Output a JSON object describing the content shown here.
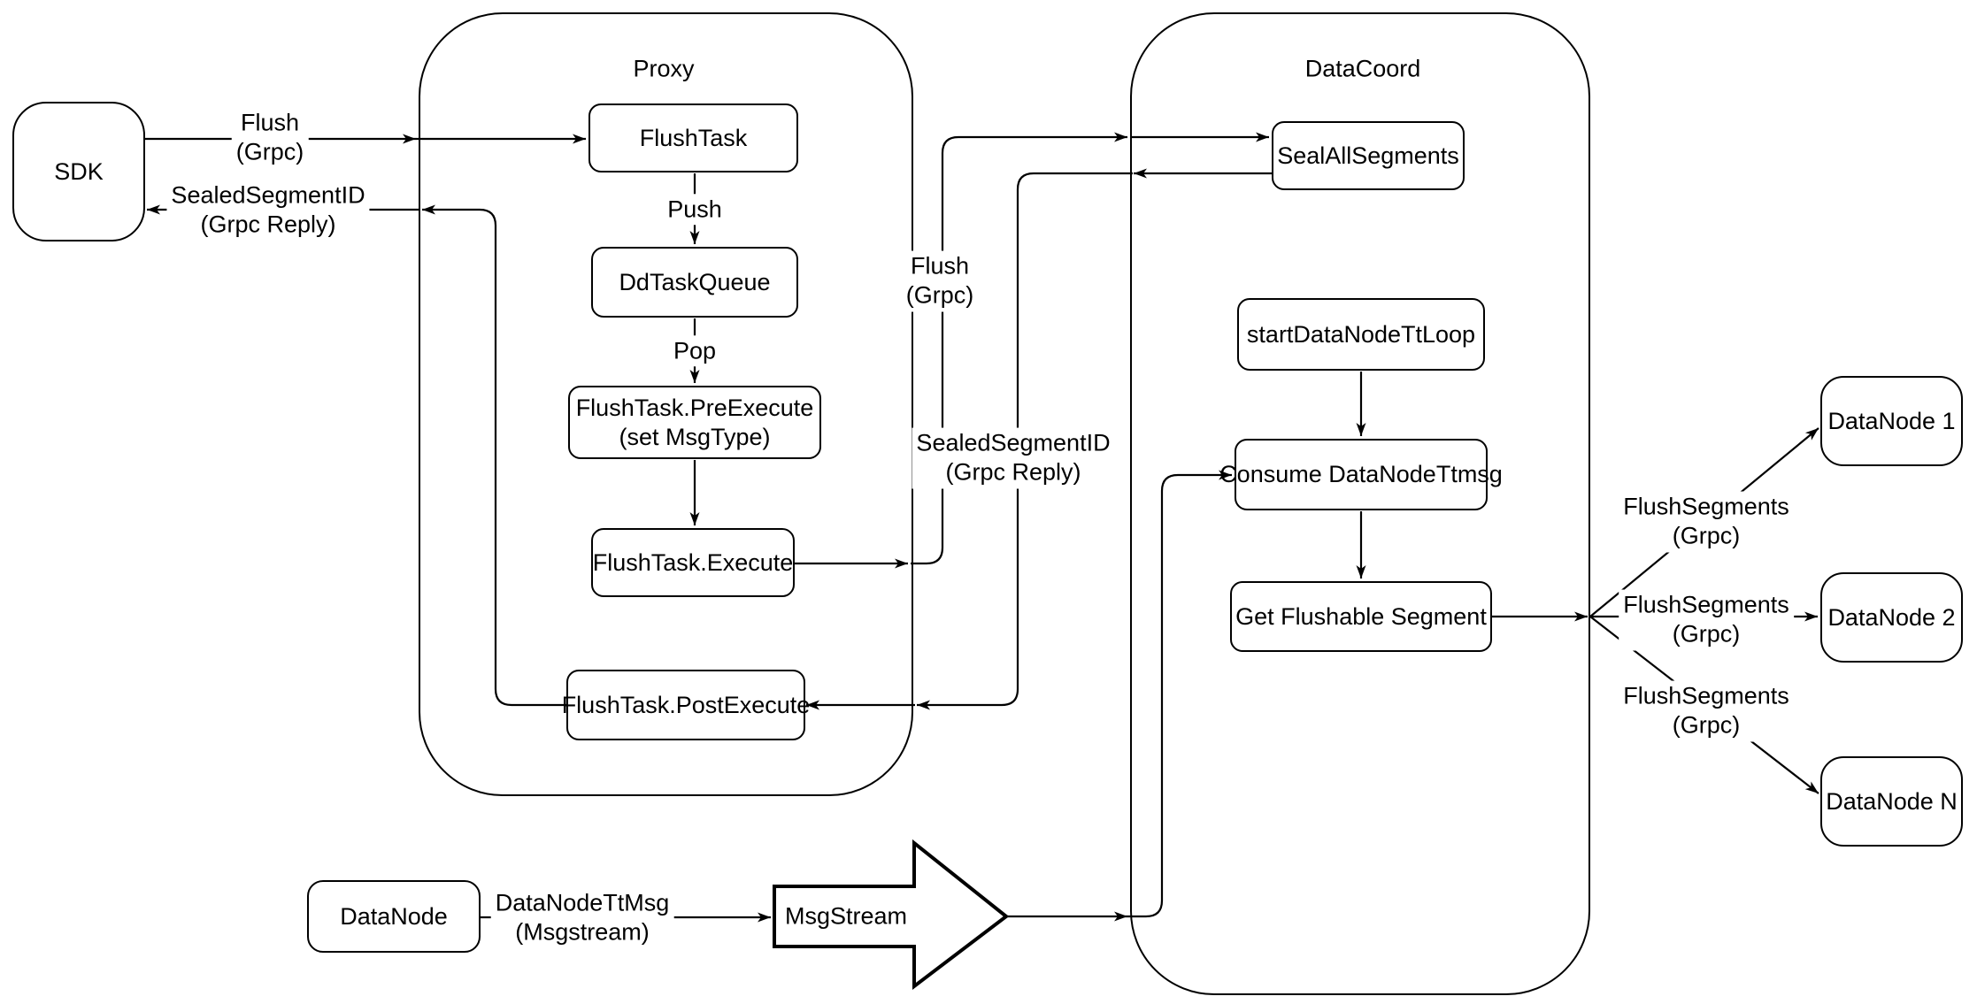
{
  "containers": {
    "proxy": {
      "title": "Proxy"
    },
    "datacoord": {
      "title": "DataCoord"
    }
  },
  "nodes": {
    "sdk": {
      "label": "SDK"
    },
    "flush_task": {
      "label": "FlushTask"
    },
    "dd_task_queue": {
      "label": "DdTaskQueue"
    },
    "pre_execute": {
      "line1": "FlushTask.PreExecute",
      "line2": "(set MsgType)"
    },
    "execute": {
      "label": "FlushTask.Execute"
    },
    "post_execute": {
      "label": "FlushTask.PostExecute"
    },
    "seal_all_segments": {
      "label": "SealAllSegments"
    },
    "start_datanode_tt_loop": {
      "label": "startDataNodeTtLoop"
    },
    "consume_datanode_ttmsg": {
      "label": "Consume DataNodeTtmsg"
    },
    "get_flushable_segment": {
      "label": "Get Flushable Segment"
    },
    "datanode_1": {
      "label": "DataNode 1"
    },
    "datanode_2": {
      "label": "DataNode 2"
    },
    "datanode_n": {
      "label": "DataNode N"
    },
    "datanode_source": {
      "label": "DataNode"
    },
    "msgstream": {
      "label": "MsgStream"
    }
  },
  "edge_labels": {
    "flush_sdk": {
      "line1": "Flush",
      "line2": "(Grpc)"
    },
    "sealed_segment_id_sdk": {
      "line1": "SealedSegmentID",
      "line2": "(Grpc Reply)"
    },
    "push": {
      "text": "Push"
    },
    "pop": {
      "text": "Pop"
    },
    "flush_mid": {
      "line1": "Flush",
      "line2": "(Grpc)"
    },
    "sealed_segment_id_mid": {
      "line1": "SealedSegmentID",
      "line2": "(Grpc Reply)"
    },
    "flush_segments_1": {
      "line1": "FlushSegments",
      "line2": "(Grpc)"
    },
    "flush_segments_2": {
      "line1": "FlushSegments",
      "line2": "(Grpc)"
    },
    "flush_segments_3": {
      "line1": "FlushSegments",
      "line2": "(Grpc)"
    },
    "datanode_tt_msg": {
      "line1": "DataNodeTtMsg",
      "line2": "(Msgstream)"
    }
  },
  "colors": {
    "stroke": "#000000",
    "background": "#ffffff"
  }
}
